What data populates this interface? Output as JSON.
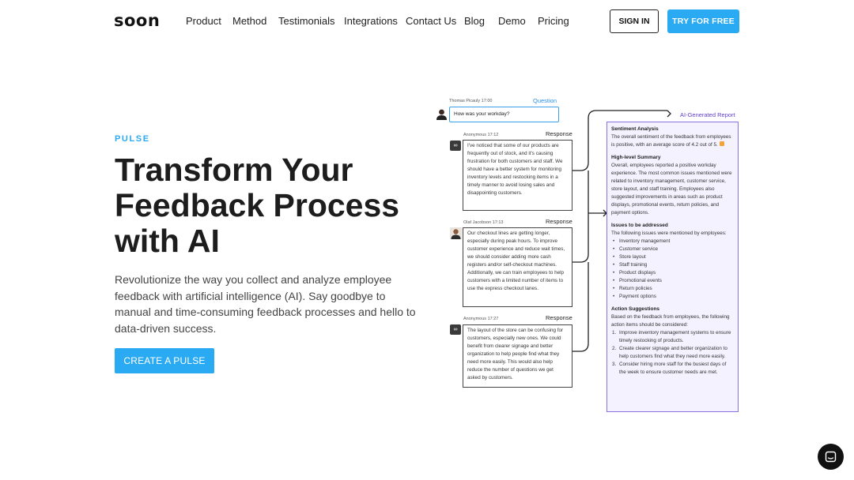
{
  "brand": {
    "logo": "soon",
    "accent": "#2aaaf2",
    "report_accent": "#5d3fd3"
  },
  "nav": {
    "links": [
      "Product",
      "Method",
      "Testimonials",
      "Integrations",
      "Contact Us",
      "Blog",
      "Demo",
      "Pricing"
    ],
    "sign_in": "SIGN IN",
    "try_free": "TRY FOR FREE"
  },
  "hero": {
    "eyebrow": "PULSE",
    "title": "Transform Your Feedback Process with AI",
    "description": "Revolutionize the way you collect and analyze employee feedback with artificial intelligence (AI). Say goodbye to manual and time-consuming feedback processes and hello to data-driven success.",
    "cta": "CREATE A PULSE"
  },
  "diagram": {
    "question": {
      "author": "Thomas Picauly",
      "time": "17:00",
      "label": "Question",
      "text": "How was your workday?"
    },
    "responses": [
      {
        "author": "Anonymous",
        "time": "17:12",
        "label": "Response",
        "text": "I've noticed that some of our products are frequently out of stock, and it's causing frustration for both customers and staff. We should have a better system for monitoring inventory levels and restocking items in a timely manner to avoid losing sales and disappointing customers."
      },
      {
        "author": "Olaf Jacobson",
        "time": "17:13",
        "label": "Response",
        "text": "Our checkout lines are getting longer, especially during peak hours. To improve customer experience and reduce wait times, we should consider adding more cash registers and/or self-checkout machines. Additionally, we can train employees to help customers with a limited number of items to use the express checkout lanes."
      },
      {
        "author": "Anonymous",
        "time": "17:27",
        "label": "Response",
        "text": "The layout of the store can be confusing for customers, especially new ones. We could benefit from clearer signage and better organization to help people find what they need more easily. This would also help reduce the number of questions we get asked by customers."
      }
    ],
    "report": {
      "label": "AI-Generated Report",
      "sentiment_title": "Sentiment Analysis",
      "sentiment_text": "The overall sentiment of the feedback from employees is positive, with an average score of 4.2 out of 5.",
      "summary_title": "High-level Summary",
      "summary_text": "Overall, employees reported a positive workday experience. The most common issues mentioned were related to inventory management, customer service, store layout, and staff training. Employees also suggested improvements in areas such as product displays, promotional events, return policies, and payment options.",
      "issues_title": "Issues to be addressed",
      "issues_intro": "The following issues were mentioned by employees:",
      "issues": [
        "Inventory management",
        "Customer service",
        "Store layout",
        "Staff training",
        "Product displays",
        "Promotional events",
        "Return policies",
        "Payment options"
      ],
      "actions_title": "Action Suggestions",
      "actions_intro": "Based on the feedback from employees, the following action items should be considered:",
      "actions": [
        "Improve inventory management systems to ensure timely restocking of products.",
        "Create clearer signage and better organization to help customers find what they need more easily.",
        "Consider hiring more staff for the busiest days of the week to ensure customer needs are met."
      ]
    }
  }
}
